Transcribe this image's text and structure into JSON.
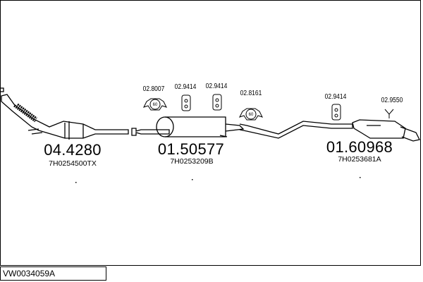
{
  "reference": "VW0034059A",
  "parts": [
    {
      "number": "04.4280",
      "oem": "7H0254500TX"
    },
    {
      "number": "01.50577",
      "oem": "7H0253209B"
    },
    {
      "number": "01.60968",
      "oem": "7H0253681A"
    }
  ],
  "accessories": [
    "02.8007",
    "02.9414",
    "02.9414",
    "02.8161",
    "02.9414",
    "02.9550"
  ],
  "ring_label": "60"
}
